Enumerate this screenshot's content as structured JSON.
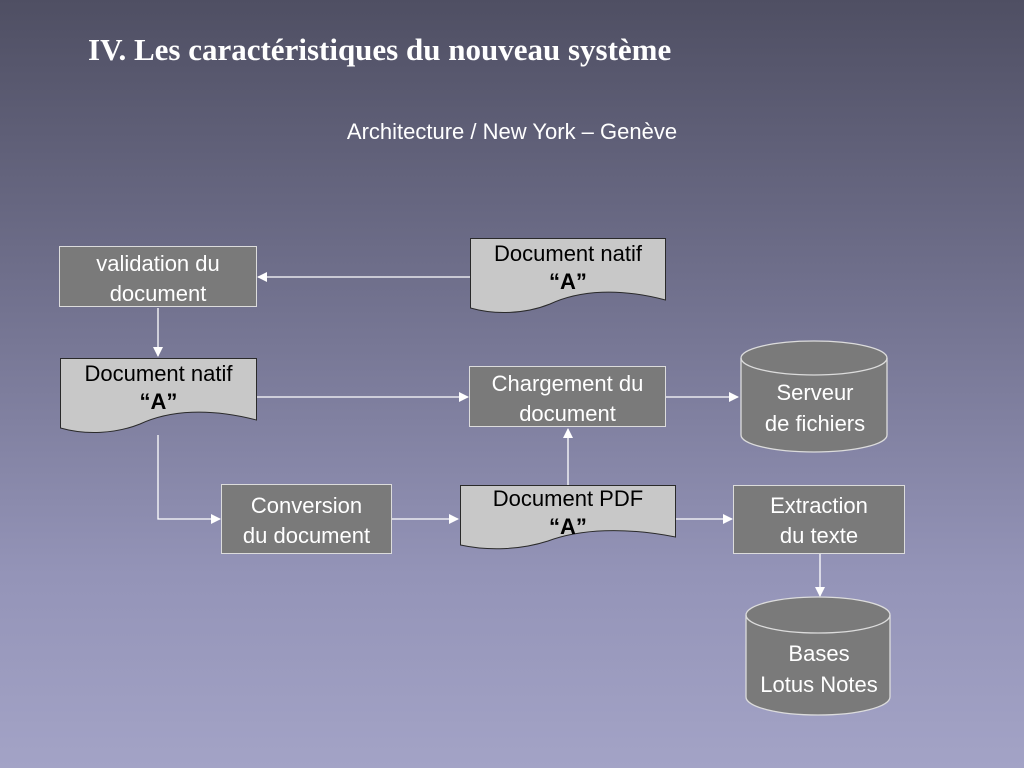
{
  "slide": {
    "title": "IV. Les caractéristiques du nouveau système",
    "subtitle": "Architecture / New York – Genève"
  },
  "nodes": {
    "validation": {
      "line1": "validation du",
      "line2": "document"
    },
    "doc_natif_top": {
      "line1": "Document natif",
      "line2": "“A”"
    },
    "doc_natif_left": {
      "line1": "Document natif",
      "line2": "“A”"
    },
    "chargement": {
      "line1": "Chargement du",
      "line2": "document"
    },
    "serveur": {
      "line1": "Serveur",
      "line2": "de fichiers"
    },
    "conversion": {
      "line1": "Conversion",
      "line2": "du document"
    },
    "doc_pdf": {
      "line1": "Document PDF",
      "line2": "“A”"
    },
    "extraction": {
      "line1": "Extraction",
      "line2": "du texte"
    },
    "bases": {
      "line1": "Bases",
      "line2": "Lotus Notes"
    }
  },
  "colors": {
    "process_box": "#7a7a7a",
    "document_shape": "#c8c8c8",
    "database_shape": "#7a7a7a",
    "connector": "#ffffff"
  }
}
